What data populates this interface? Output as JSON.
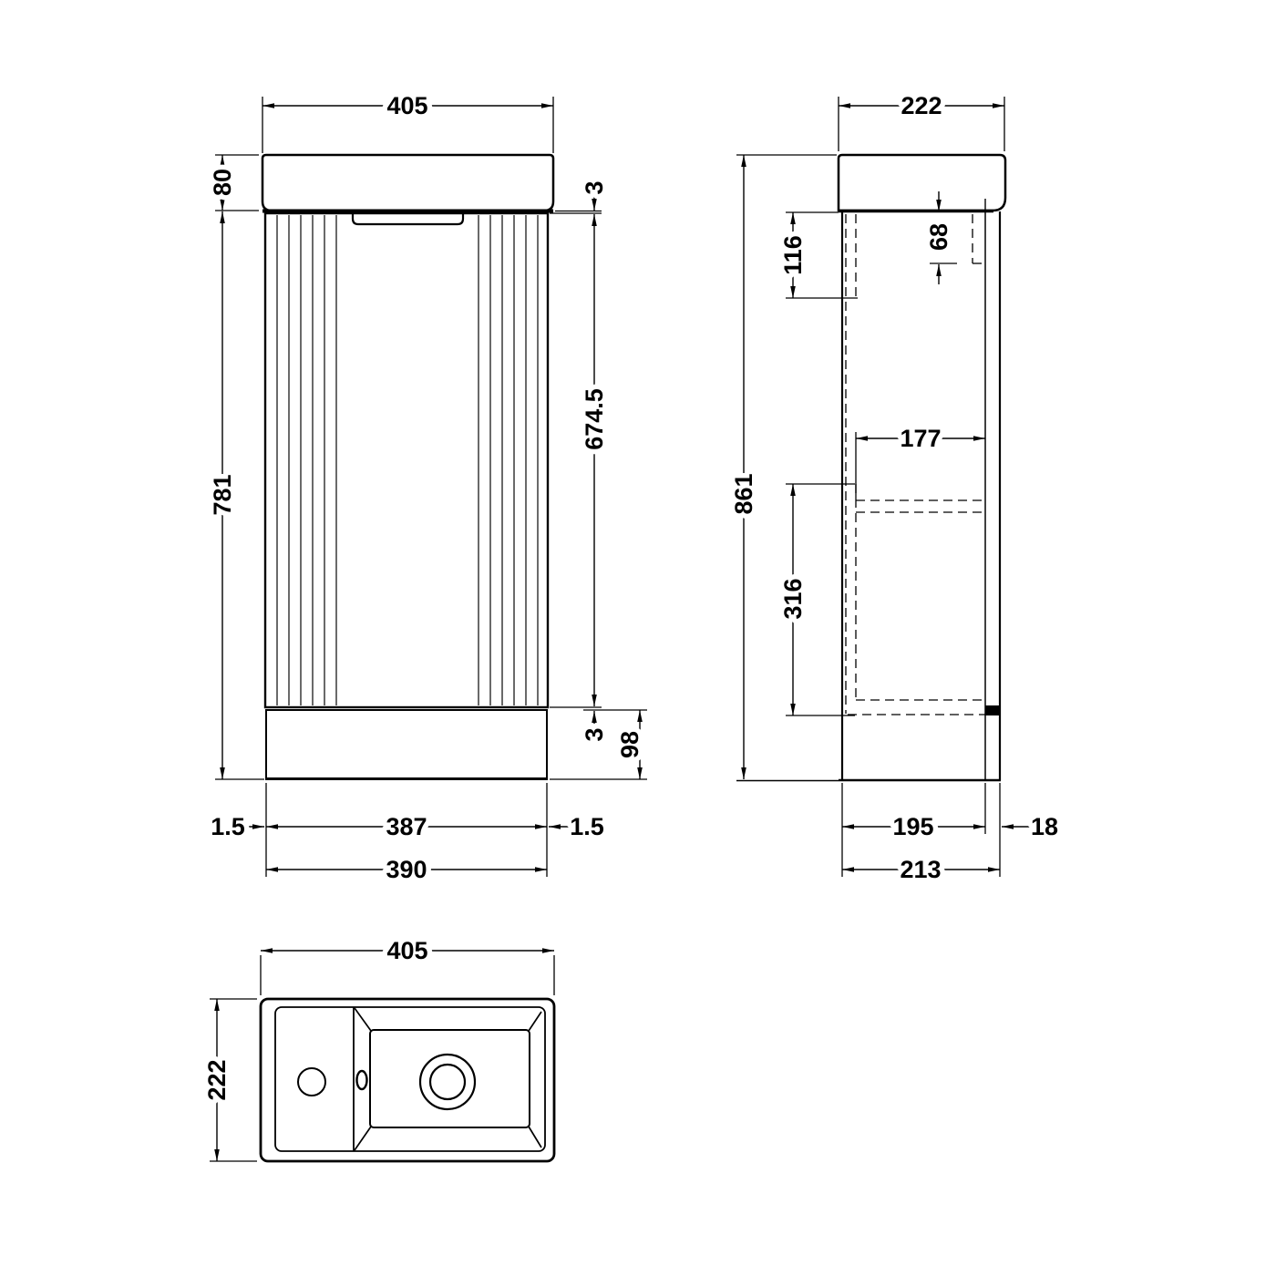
{
  "drawing": {
    "front": {
      "overall_width": "405",
      "basin_height": "80",
      "top_gap": "3",
      "door_height": "674.5",
      "carcass_height": "781",
      "bottom_gap": "3",
      "plinth_height": "98",
      "left_inset": "1.5",
      "plinth_width": "387",
      "right_inset": "1.5",
      "door_width": "390"
    },
    "side": {
      "overall_depth": "222",
      "top_rail_height": "116",
      "hanger_bracket_height": "68",
      "overall_height": "861",
      "shelf_depth": "177",
      "opening_height": "316",
      "carcass_depth": "195",
      "service_gap": "18",
      "total_depth": "213"
    },
    "plan": {
      "basin_width": "405",
      "basin_depth": "222"
    }
  },
  "colors": {
    "line": "#000000",
    "background": "#ffffff"
  }
}
